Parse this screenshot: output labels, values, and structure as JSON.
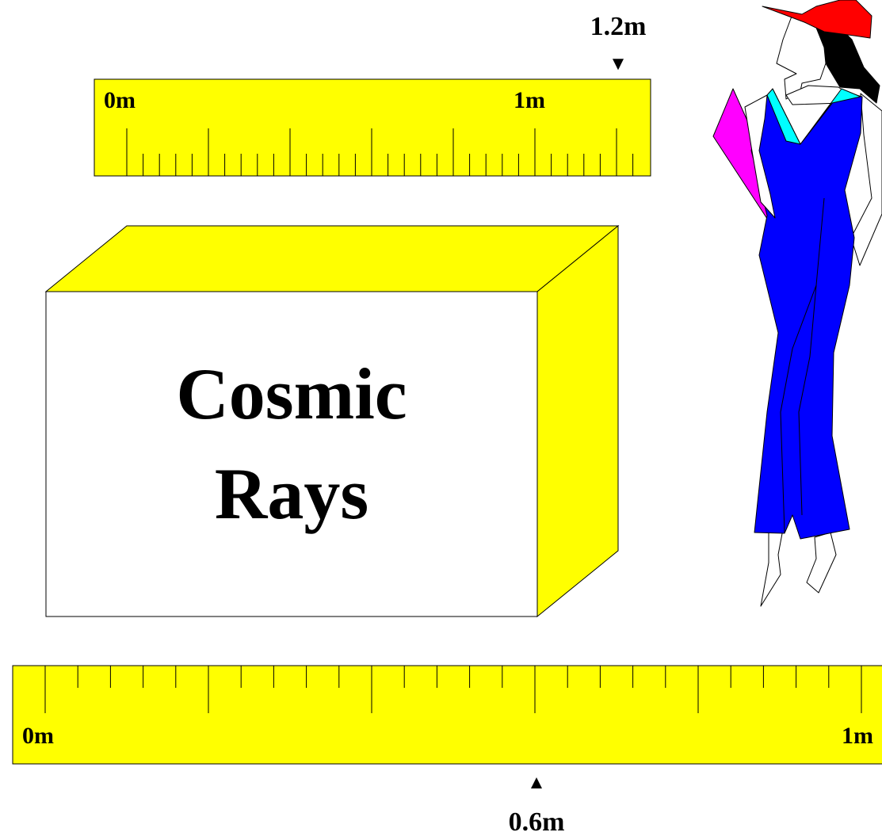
{
  "colors": {
    "ruler_fill": "#ffff00",
    "box_face": "#ffffff",
    "box_side": "#ffff00",
    "outline": "#000000",
    "cap": "#ff0000",
    "hair": "#000000",
    "collar": "#00ffff",
    "jumpsuit": "#0000ff",
    "folder": "#ff00ff"
  },
  "top_ruler": {
    "start_label": "0m",
    "end_label": "1m",
    "marker_label": "1.2m",
    "marker_symbol": "▼"
  },
  "bottom_ruler": {
    "start_label": "0m",
    "end_label": "1m",
    "marker_label": "0.6m",
    "marker_symbol": "▲"
  },
  "box": {
    "line1": "Cosmic",
    "line2": "Rays"
  }
}
